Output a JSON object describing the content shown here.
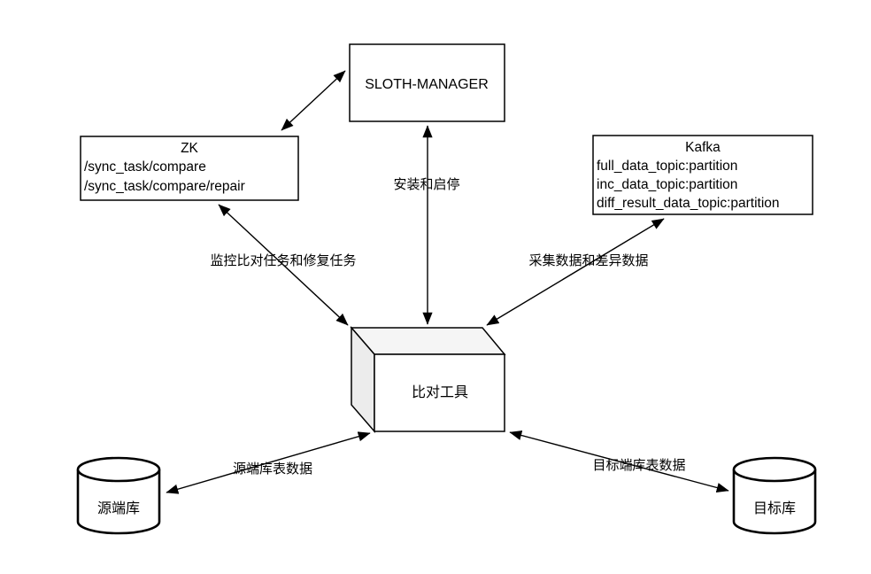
{
  "nodes": {
    "sloth_manager": {
      "label": "SLOTH-MANAGER"
    },
    "zk": {
      "title": "ZK",
      "lines": [
        "/sync_task/compare",
        "/sync_task/compare/repair"
      ]
    },
    "kafka": {
      "title": "Kafka",
      "lines": [
        "full_data_topic:partition",
        "inc_data_topic:partition",
        "diff_result_data_topic:partition"
      ]
    },
    "compare_tool": {
      "label": "比对工具"
    },
    "source_db": {
      "label": "源端库"
    },
    "target_db": {
      "label": "目标库"
    }
  },
  "edge_labels": {
    "install": "安装和启停",
    "monitor": "监控比对任务和修复任务",
    "collect": "采集数据和差异数据",
    "source_data": "源端库表数据",
    "target_data": "目标端库表数据"
  },
  "colors": {
    "stroke": "#000000",
    "box_fill": "#ffffff",
    "face_top_fill": "#f5f5f5",
    "face_left_fill": "#ececec",
    "background": "#ffffff"
  }
}
